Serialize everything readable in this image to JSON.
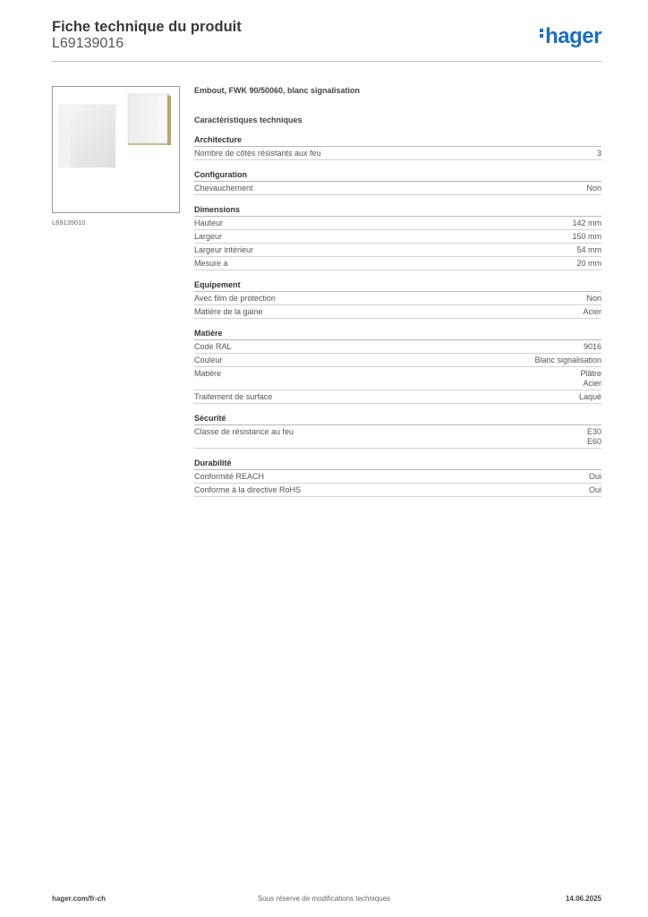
{
  "header": {
    "title": "Fiche technique du produit",
    "reference": "L69139016",
    "logo_text": "hager",
    "brand_color": "#1a6fc0"
  },
  "image": {
    "caption": "L69139010"
  },
  "product": {
    "name": "Embout, FWK 90/50060, blanc signalisation",
    "spec_heading": "Caractéristiques techniques"
  },
  "sections": [
    {
      "title": "Architecture",
      "rows": [
        {
          "label": "Nombre de côtés résistants aux feu",
          "values": [
            "3"
          ]
        }
      ]
    },
    {
      "title": "Configuration",
      "rows": [
        {
          "label": "Chevauchement",
          "values": [
            "Non"
          ]
        }
      ]
    },
    {
      "title": "Dimensions",
      "rows": [
        {
          "label": "Hauteur",
          "values": [
            "142 mm"
          ]
        },
        {
          "label": "Largeur",
          "values": [
            "150 mm"
          ]
        },
        {
          "label": "Largeur intérieur",
          "values": [
            "54 mm"
          ]
        },
        {
          "label": "Mesure a",
          "values": [
            "20 mm"
          ]
        }
      ]
    },
    {
      "title": "Equipement",
      "rows": [
        {
          "label": "Avec film de protection",
          "values": [
            "Non"
          ]
        },
        {
          "label": "Matière de la gaine",
          "values": [
            "Acier"
          ]
        }
      ]
    },
    {
      "title": "Matière",
      "rows": [
        {
          "label": "Code RAL",
          "values": [
            "9016"
          ]
        },
        {
          "label": "Couleur",
          "values": [
            "Blanc signalisation"
          ]
        },
        {
          "label": "Matière",
          "values": [
            "Plâtre",
            "Acier"
          ]
        },
        {
          "label": "Traitement de surface",
          "values": [
            "Laqué"
          ]
        }
      ]
    },
    {
      "title": "Sécurité",
      "rows": [
        {
          "label": "Classe de résistance au feu",
          "values": [
            "E30",
            "E60"
          ]
        }
      ]
    },
    {
      "title": "Durabilité",
      "rows": [
        {
          "label": "Conformité REACH",
          "values": [
            "Oui"
          ]
        },
        {
          "label": "Conforme à la directive RoHS",
          "values": [
            "Oui"
          ]
        }
      ]
    }
  ],
  "footer": {
    "website": "hager.com/fr-ch",
    "disclaimer": "Sous réserve de modifications techniques",
    "date": "14.06.2025"
  }
}
